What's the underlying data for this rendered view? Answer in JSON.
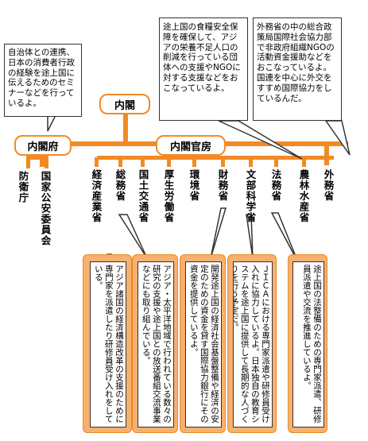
{
  "nodes": {
    "naikaku": "内閣",
    "naikakufu": "内閣府",
    "kanbo": "内閣官房"
  },
  "agencies_left": [
    "防衛庁",
    "国家公安委員会"
  ],
  "ministries": [
    "経済産業省",
    "総務省",
    "国土交通省",
    "厚生労働省",
    "環境省",
    "財務省",
    "文部科学省",
    "法務省",
    "農林水産省",
    "外務省"
  ],
  "notes": {
    "cabinet_office": "自治体との連携、日本の消費者行政の経験を途上国に伝えるためのセミナーなどを行っているよ。",
    "maff": "途上国の食糧安全保障を確保して、アジアの栄養不足人口の削減を行っている団体への支援やNGOに対する支援などをおこなっているよ。",
    "mofa": "外務省の中の総合政策局国際社会協力部で非政府組織NGOの活動資金援助などをおこなっているよ。国連を中心に外交をすすめ国際協力をしているんだ。"
  },
  "details": {
    "meti": "アジア諸国の経済構造改革の支援のために専門家を派遣したり研修員受け入れをしている。",
    "mic": "アジア・太平洋地域で行われている数々の研究の支援や途上国との放送番組交流事業などにも取り組んでいる。",
    "mof": "開発途上国の経済社会基盤整備や経済の安定のための資金を貸す国際協力銀行にその資金を提供しているよ。",
    "mext": "ＪＩＣＡにおける専門家派遣や研修員受け入れに協力しているよ。日本独自の教育システムを途上国に提供して長期的な人づくりを行う予定だ。",
    "moj": "途上国の法整備のための専門家派遣、研修員派遣や交流を推進しているよ。"
  },
  "colors": {
    "accent": "#f28a24",
    "panel": "#f7b06e",
    "line": "#f28a24"
  }
}
